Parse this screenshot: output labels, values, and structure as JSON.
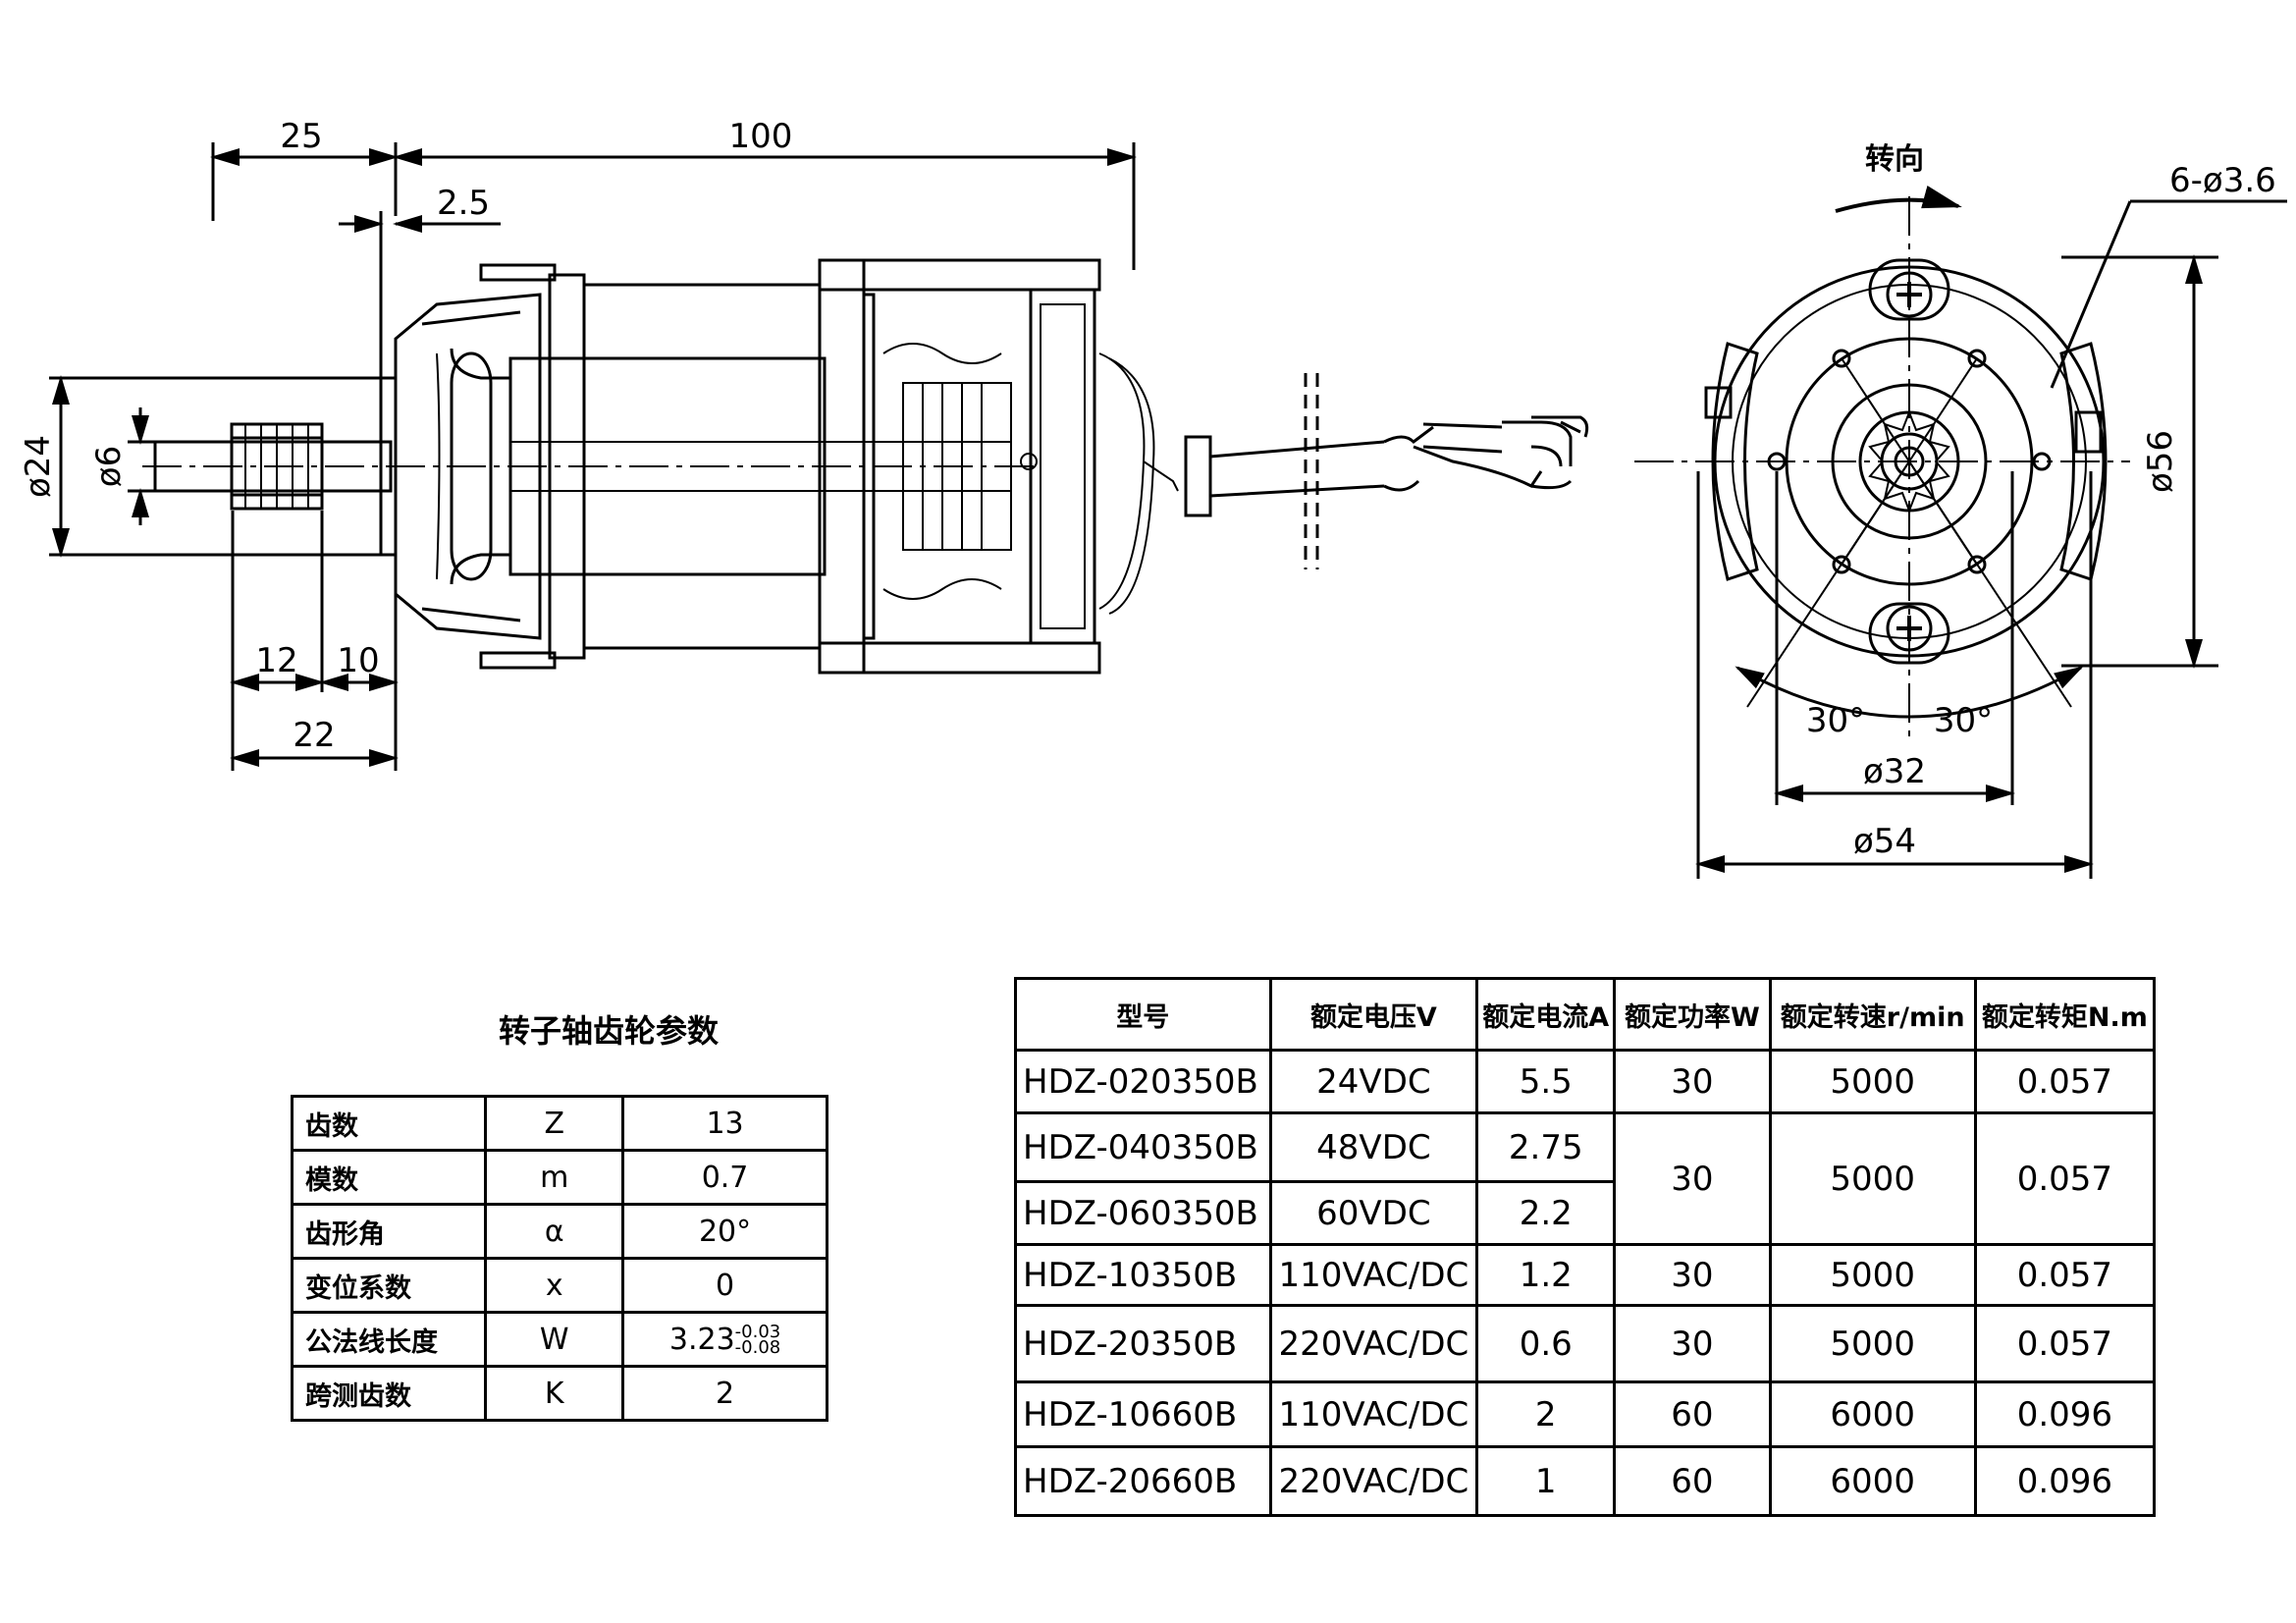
{
  "side_view": {
    "dim_25": "25",
    "dim_100": "100",
    "dim_2_5": "2.5",
    "dim_d24": "ø24",
    "dim_d6": "ø6",
    "dim_12": "12",
    "dim_10": "10",
    "dim_22": "22"
  },
  "end_view": {
    "rotation_label": "转向",
    "holes": "6-ø3.6",
    "dim_d56": "ø56",
    "angle_left": "30°",
    "angle_right": "30°",
    "dim_d32": "ø32",
    "dim_d54": "ø54"
  },
  "gear_table": {
    "title": "转子轴齿轮参数",
    "rows": [
      {
        "name": "齿数",
        "symbol": "Z",
        "value": "13"
      },
      {
        "name": "模数",
        "symbol": "m",
        "value": "0.7"
      },
      {
        "name": "齿形角",
        "symbol": "α",
        "value": "20°"
      },
      {
        "name": "变位系数",
        "symbol": "x",
        "value": "0"
      },
      {
        "name": "公法线长度",
        "symbol": "W",
        "value": "3.23",
        "tol_upper": "-0.03",
        "tol_lower": "-0.08"
      },
      {
        "name": "跨测齿数",
        "symbol": "K",
        "value": "2"
      }
    ]
  },
  "spec_table": {
    "headers": [
      "型号",
      "额定电压V",
      "额定电流A",
      "额定功率W",
      "额定转速r/min",
      "额定转矩N.m"
    ],
    "rows": [
      {
        "model": "HDZ-020350B",
        "voltage": "24VDC",
        "current": "5.5",
        "power": "30",
        "speed": "5000",
        "torque": "0.057"
      },
      {
        "model": "HDZ-040350B",
        "voltage": "48VDC",
        "current": "2.75",
        "power": "30",
        "speed": "5000",
        "torque": "0.057"
      },
      {
        "model": "HDZ-060350B",
        "voltage": "60VDC",
        "current": "2.2"
      },
      {
        "model": "HDZ-10350B",
        "voltage": "110VAC/DC",
        "current": "1.2",
        "power": "30",
        "speed": "5000",
        "torque": "0.057"
      },
      {
        "model": "HDZ-20350B",
        "voltage": "220VAC/DC",
        "current": "0.6",
        "power": "30",
        "speed": "5000",
        "torque": "0.057"
      },
      {
        "model": "HDZ-10660B",
        "voltage": "110VAC/DC",
        "current": "2",
        "power": "60",
        "speed": "6000",
        "torque": "0.096"
      },
      {
        "model": "HDZ-20660B",
        "voltage": "220VAC/DC",
        "current": "1",
        "power": "60",
        "speed": "6000",
        "torque": "0.096"
      }
    ]
  }
}
